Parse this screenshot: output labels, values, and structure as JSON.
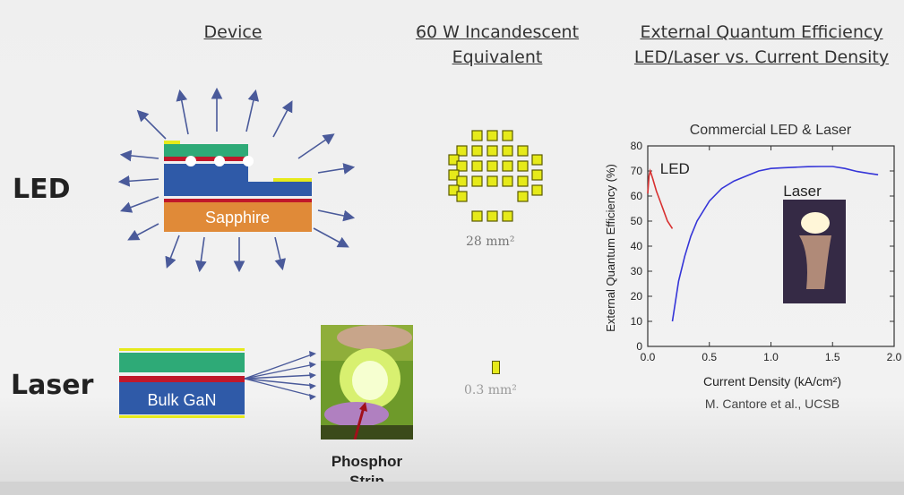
{
  "headers": {
    "device": "Device",
    "equivalent_line1": "60 W Incandescent",
    "equivalent_line2": "Equivalent",
    "eqe_line1": "External Quantum Efficiency",
    "eqe_line2": "LED/Laser vs. Current Density"
  },
  "rows": {
    "led": "LED",
    "laser": "Laser"
  },
  "device_labels": {
    "substrate_led": "Sapphire",
    "substrate_laser": "Bulk GaN",
    "phosphor_line1": "Phosphor",
    "phosphor_line2": "Strip"
  },
  "areas": {
    "led": "28 mm²",
    "laser": "0.3 mm²"
  },
  "colors": {
    "arrow": "#4a5a9a",
    "led_top": "#2eaa77",
    "red_layer": "#c0182a",
    "gan_blue": "#2f5aa8",
    "sapphire": "#e08a38",
    "chip_yellow": "#e6ea1a",
    "led_curve": "#d83030",
    "laser_curve": "#3535d8"
  },
  "chart_data": {
    "type": "line",
    "title": "Commercial LED & Laser",
    "xlabel": "Current Density (kA/cm²)",
    "ylabel": "External Quantum Efficiency (%)",
    "xlim": [
      0.0,
      2.0
    ],
    "ylim": [
      0,
      80
    ],
    "xticks": [
      "0.0",
      "0.5",
      "1.0",
      "1.5",
      "2.0"
    ],
    "yticks": [
      "0",
      "10",
      "20",
      "30",
      "40",
      "50",
      "60",
      "70",
      "80"
    ],
    "annotations": [
      "LED",
      "Laser"
    ],
    "credit": "M. Cantore et al., UCSB",
    "series": [
      {
        "name": "LED",
        "x": [
          0.0,
          0.01,
          0.02,
          0.04,
          0.07,
          0.1,
          0.13,
          0.16,
          0.2
        ],
        "y": [
          61,
          68,
          70,
          67,
          62,
          58,
          54,
          50,
          47
        ]
      },
      {
        "name": "Laser",
        "x": [
          0.2,
          0.25,
          0.3,
          0.35,
          0.4,
          0.5,
          0.6,
          0.7,
          0.8,
          0.9,
          1.0,
          1.1,
          1.2,
          1.3,
          1.4,
          1.5,
          1.6,
          1.7,
          1.8,
          1.87
        ],
        "y": [
          10,
          26,
          36,
          44,
          50,
          58,
          63,
          66,
          68,
          70,
          71,
          71.3,
          71.5,
          71.7,
          71.8,
          71.8,
          71,
          69.8,
          69,
          68.5
        ]
      }
    ]
  }
}
